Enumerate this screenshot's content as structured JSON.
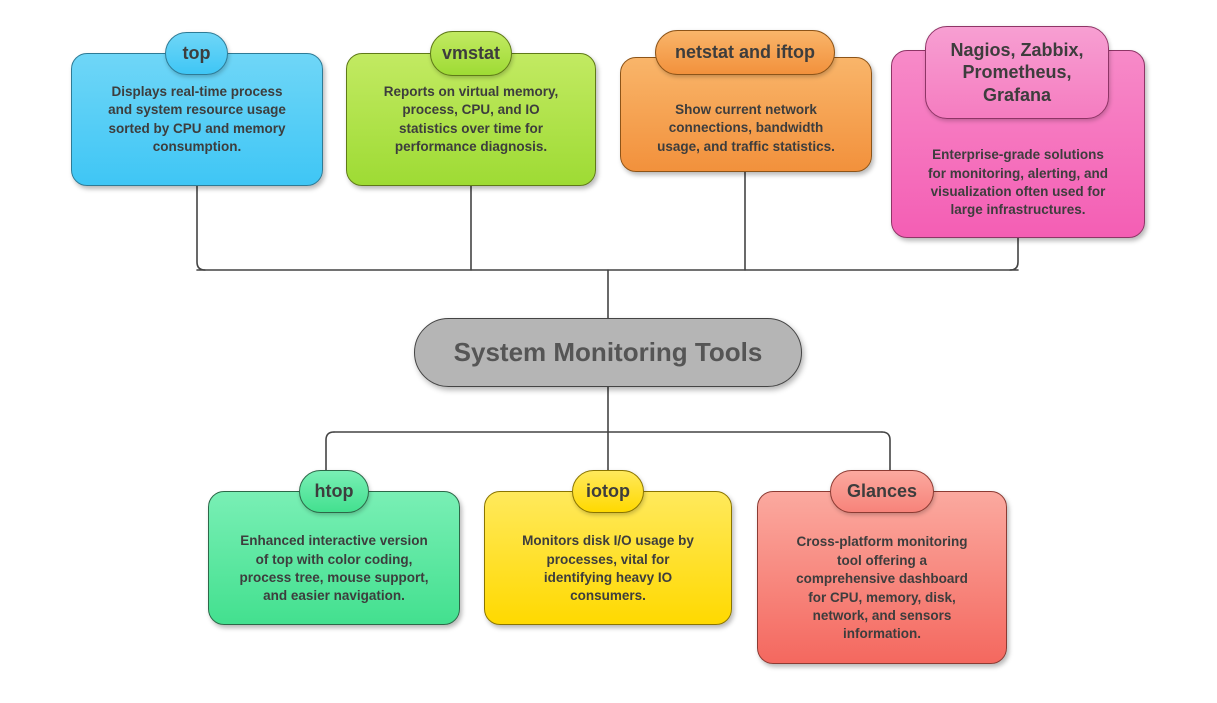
{
  "diagram": {
    "type": "mindmap",
    "center": {
      "label": "System Monitoring Tools",
      "color": "#b5b5b5"
    },
    "branches": [
      {
        "id": "top",
        "position": "upper",
        "title": "top",
        "description": "Displays real-time process\nand system resource usage\nsorted by CPU and memory\nconsumption.",
        "color": "#3fc6f5"
      },
      {
        "id": "vmstat",
        "position": "upper",
        "title": "vmstat",
        "description": "Reports on virtual memory,\nprocess, CPU, and IO\nstatistics over time for\nperformance diagnosis.",
        "color": "#9edb34"
      },
      {
        "id": "netstat-iftop",
        "position": "upper",
        "title": "netstat and iftop",
        "description": "Show current network\nconnections, bandwidth\nusage, and traffic statistics.",
        "color": "#f2913c"
      },
      {
        "id": "enterprise-suites",
        "position": "upper",
        "title": "Nagios, Zabbix,\nPrometheus,\nGrafana",
        "description": "Enterprise-grade solutions\nfor monitoring, alerting, and\nvisualization often used for\nlarge infrastructures.",
        "color": "#f45eb4"
      },
      {
        "id": "htop",
        "position": "lower",
        "title": "htop",
        "description": "Enhanced interactive version\nof top with color coding,\nprocess tree, mouse support,\nand easier navigation.",
        "color": "#43e08f"
      },
      {
        "id": "iotop",
        "position": "lower",
        "title": "iotop",
        "description": "Monitors disk I/O usage by\nprocesses, vital for\nidentifying heavy IO\nconsumers.",
        "color": "#ffd900"
      },
      {
        "id": "glances",
        "position": "lower",
        "title": "Glances",
        "description": "Cross-platform monitoring\ntool offering a\ncomprehensive dashboard\nfor CPU, memory, disk,\nnetwork, and sensors\ninformation.",
        "color": "#f4685f"
      }
    ],
    "edge_color": "#444444",
    "background": "#ffffff"
  }
}
